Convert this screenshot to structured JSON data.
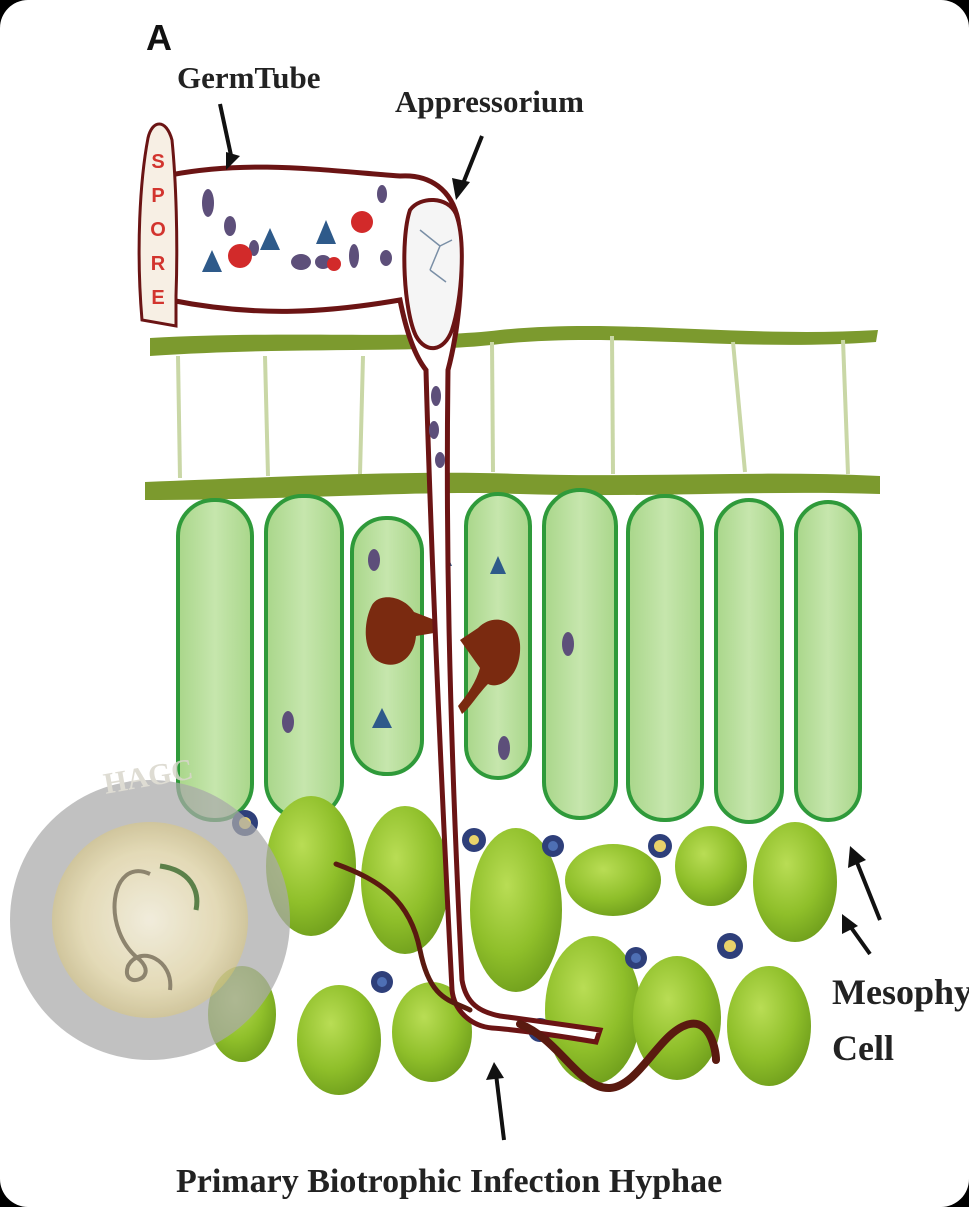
{
  "figure": {
    "panel_letter": "A",
    "labels": {
      "germ_tube": "GermTube",
      "appressorium": "Appressorium",
      "mesophyll_line1": "Mesophy",
      "mesophyll_line2": "Cell",
      "hyphae": "Primary Biotrophic Infection Hyphae"
    },
    "spore_letters": [
      "S",
      "P",
      "O",
      "R",
      "E"
    ],
    "watermark_text": "HAGC"
  },
  "colors": {
    "fungal_outline": "#6b1414",
    "epidermis_band": "#7c9a2e",
    "palisade_fill": "#b7dc98",
    "palisade_edge": "#2f9a3a",
    "mesophyll_fill": "#8fbf2a",
    "haustorium": "#7a2a10",
    "spore_text": "#d2342e"
  }
}
